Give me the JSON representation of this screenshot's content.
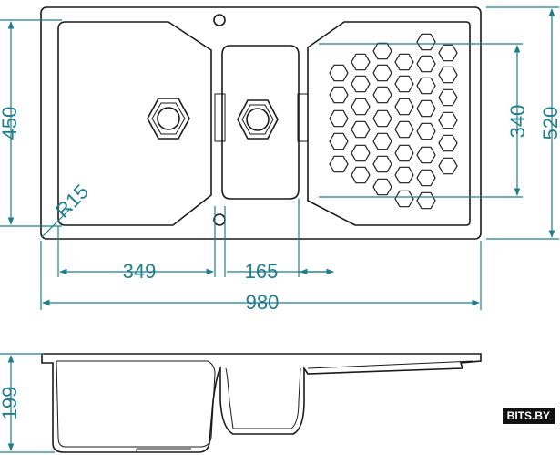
{
  "dimensions": {
    "total_width": "980",
    "total_depth": "520",
    "bowl_depth": "450",
    "drainer_depth": "340",
    "main_bowl_width": "349",
    "small_bowl_width": "165",
    "corner_radius": "R15",
    "height": "199"
  },
  "watermark": "BITS.BY",
  "colors": {
    "outline": "#1a1a1a",
    "dimension": "#1f7d8c",
    "background": "#ffffff"
  }
}
